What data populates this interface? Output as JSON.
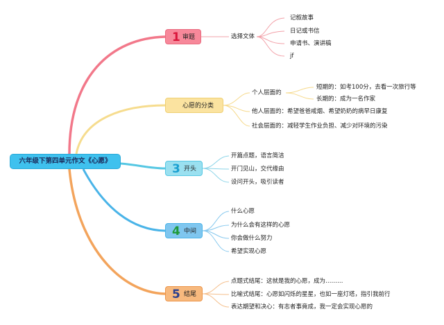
{
  "root": {
    "label": "六年级下第四单元作文《心愿》"
  },
  "colors": {
    "b1": "#f2788a",
    "b2": "#f6dc8e",
    "b3": "#55c7e3",
    "b4": "#4ab4e8",
    "b5": "#f3a45c"
  },
  "branches": [
    {
      "num": "1",
      "label": "审题",
      "sub": {
        "label": "选择文体",
        "items": [
          "记叙故事",
          "日记或书信",
          "申请书、演讲稿",
          "jf"
        ]
      }
    },
    {
      "num": "",
      "label": "心愿的分类",
      "groups": [
        {
          "label": "个人层面的",
          "items": [
            "短期的：如考100分，去看一次旅行等",
            "长期的：成为一名作家"
          ]
        },
        {
          "label": "他人层面的：希望爸爸戒烟、希望奶奶的病早日康复"
        },
        {
          "label": "社会层面的：减轻学生作业负担、减少对环境的污染"
        }
      ]
    },
    {
      "num": "3",
      "label": "开头",
      "items": [
        "开篇点题，语言简洁",
        "开门见山，交代缘由",
        "设问开头，吸引读者"
      ]
    },
    {
      "num": "4",
      "label": "中间",
      "items": [
        "什么心愿",
        "为什么会有这样的心愿",
        "你会做什么努力",
        "希望实现心愿"
      ]
    },
    {
      "num": "5",
      "label": "结尾",
      "items": [
        "点题式结尾：这就是我的心愿，成为………",
        "比喻式结尾：心愿如闪烁的星星，也如一座灯塔，指引我前行",
        "表达期望和决心：有志者事竟成，我一定会实现心愿的"
      ]
    }
  ]
}
